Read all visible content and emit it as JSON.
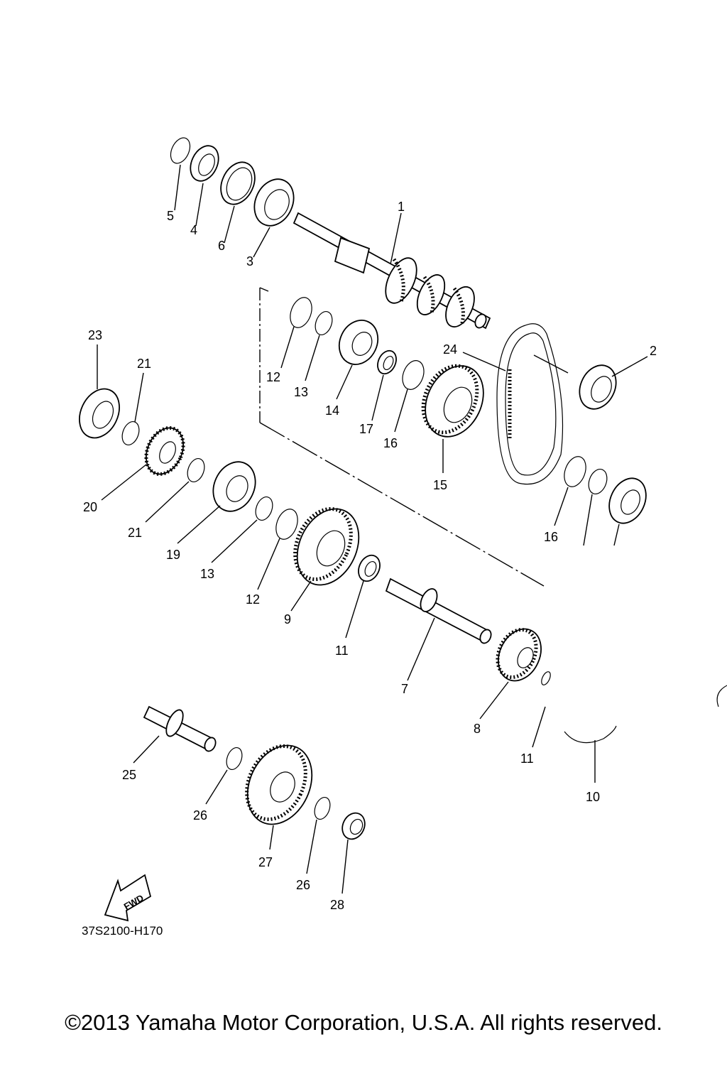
{
  "diagram": {
    "callouts": [
      {
        "id": "c1",
        "label": "1"
      },
      {
        "id": "c2",
        "label": "2"
      },
      {
        "id": "c3",
        "label": "3"
      },
      {
        "id": "c4",
        "label": "4"
      },
      {
        "id": "c5",
        "label": "5"
      },
      {
        "id": "c6",
        "label": "6"
      },
      {
        "id": "c7",
        "label": "7"
      },
      {
        "id": "c8",
        "label": "8"
      },
      {
        "id": "c9",
        "label": "9"
      },
      {
        "id": "c10",
        "label": "10"
      },
      {
        "id": "c11a",
        "label": "11"
      },
      {
        "id": "c11b",
        "label": "11"
      },
      {
        "id": "c12a",
        "label": "12"
      },
      {
        "id": "c12b",
        "label": "12"
      },
      {
        "id": "c13a",
        "label": "13"
      },
      {
        "id": "c13b",
        "label": "13"
      },
      {
        "id": "c14",
        "label": "14"
      },
      {
        "id": "c15",
        "label": "15"
      },
      {
        "id": "c16a",
        "label": "16"
      },
      {
        "id": "c16b",
        "label": "16"
      },
      {
        "id": "c17",
        "label": "17"
      },
      {
        "id": "c19",
        "label": "19"
      },
      {
        "id": "c20",
        "label": "20"
      },
      {
        "id": "c21a",
        "label": "21"
      },
      {
        "id": "c21b",
        "label": "21"
      },
      {
        "id": "c23",
        "label": "23"
      },
      {
        "id": "c24",
        "label": "24"
      },
      {
        "id": "c25",
        "label": "25"
      },
      {
        "id": "c26a",
        "label": "26"
      },
      {
        "id": "c26b",
        "label": "26"
      },
      {
        "id": "c27",
        "label": "27"
      },
      {
        "id": "c28",
        "label": "28"
      }
    ],
    "fwd_label": "FWD",
    "diagram_code": "37S2100-H170"
  },
  "footer": {
    "copyright": "©2013 Yamaha Motor Corporation, U.S.A. All rights reserved."
  }
}
